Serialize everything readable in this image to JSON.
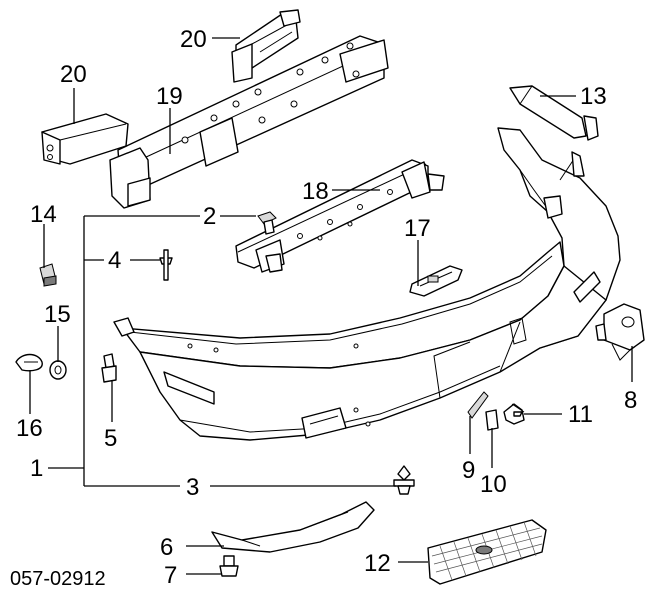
{
  "diagram_code": "057-02912",
  "callouts": {
    "c20_top": "20",
    "c20_left": "20",
    "c19": "19",
    "c13": "13",
    "c18": "18",
    "c14": "14",
    "c2": "2",
    "c4": "4",
    "c17": "17",
    "c15": "15",
    "c16": "16",
    "c5": "5",
    "c8": "8",
    "c11": "11",
    "c1": "1",
    "c9": "9",
    "c10": "10",
    "c3": "3",
    "c6": "6",
    "c12": "12",
    "c7": "7"
  }
}
